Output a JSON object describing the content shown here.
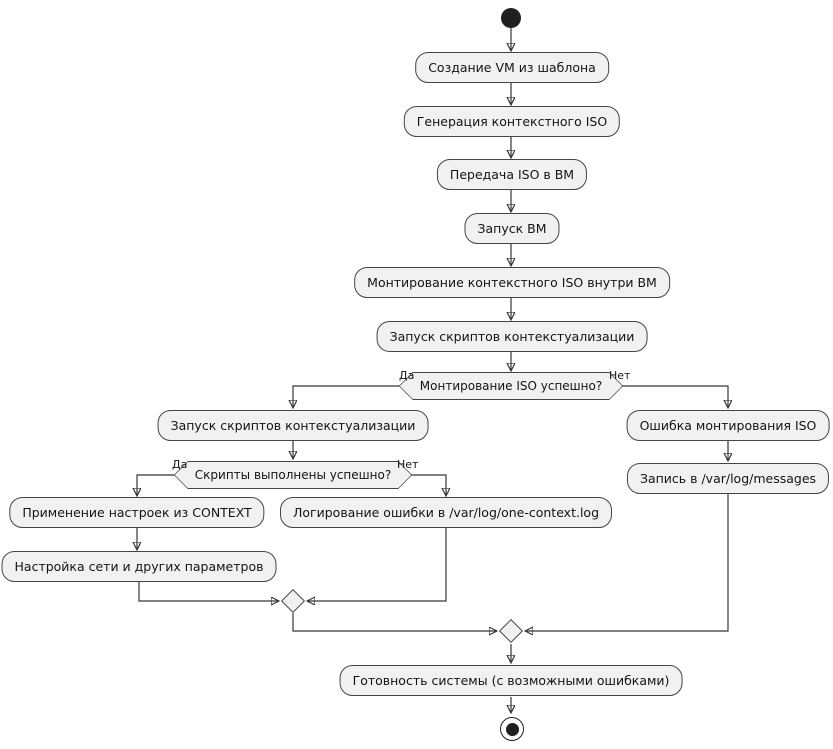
{
  "colors": {
    "background": "#ffffff",
    "node-fill": "#f1f1f1",
    "line": "#363636",
    "text": "#141414"
  },
  "diagram": {
    "type": "activity-flowchart",
    "activities": {
      "create_vm": "Создание VM из шаблона",
      "gen_iso": "Генерация контекстного ISO",
      "transfer_iso": "Передача ISO в ВМ",
      "start_vm": "Запуск ВМ",
      "mount_iso": "Монтирование контекстного ISO внутри ВМ",
      "run_scripts": "Запуск скриптов контекстуализации",
      "run_scripts_branch": "Запуск скриптов контекстуализации",
      "apply_context": "Применение настроек из CONTEXT",
      "network_setup": "Настройка сети и других параметров",
      "log_error": "Логирование ошибки в /var/log/one-context.log",
      "mount_error": "Ошибка монтирования ISO",
      "write_messages": "Запись в /var/log/messages",
      "system_ready": "Готовность системы (с возможными ошибками)"
    },
    "decisions": {
      "mount_ok": {
        "question": "Монтирование ISO успешно?",
        "yes_label": "Да",
        "no_label": "Нет"
      },
      "scripts_ok": {
        "question": "Скрипты выполнены успешно?",
        "yes_label": "Да",
        "no_label": "Нет"
      }
    }
  }
}
